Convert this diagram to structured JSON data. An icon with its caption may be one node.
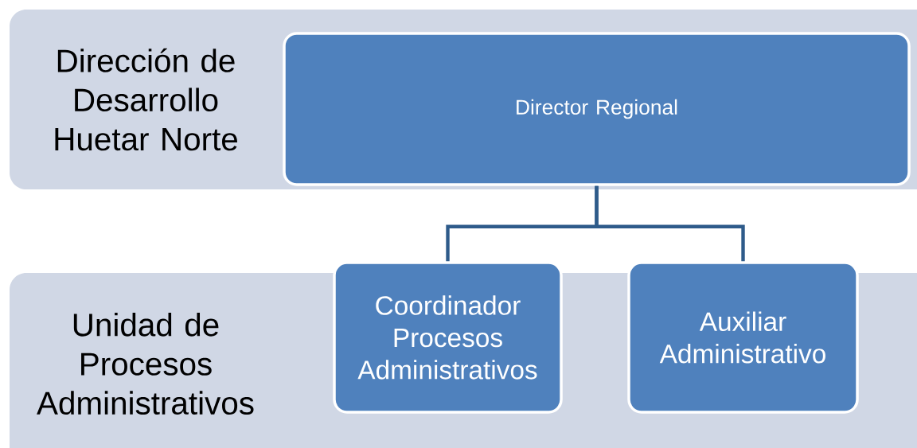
{
  "diagram": {
    "nodes": [
      {
        "text": [
          "Dirección de Desarrollo Huetar Norte"
        ]
      },
      {
        "text": [
          "Director Regional"
        ],
        "in": 0
      },
      {
        "text": [
          "Unidad de Procesos Administrativos"
        ]
      },
      {
        "text": [
          "Coordinador Procesos Administrativos"
        ]
      },
      {
        "text": [
          "Auxiliar Administrativo"
        ]
      }
    ],
    "edges": [
      {
        "from": 1,
        "to": 3,
        "arrow": "none"
      },
      {
        "from": 1,
        "to": 4,
        "arrow": "none"
      }
    ]
  }
}
